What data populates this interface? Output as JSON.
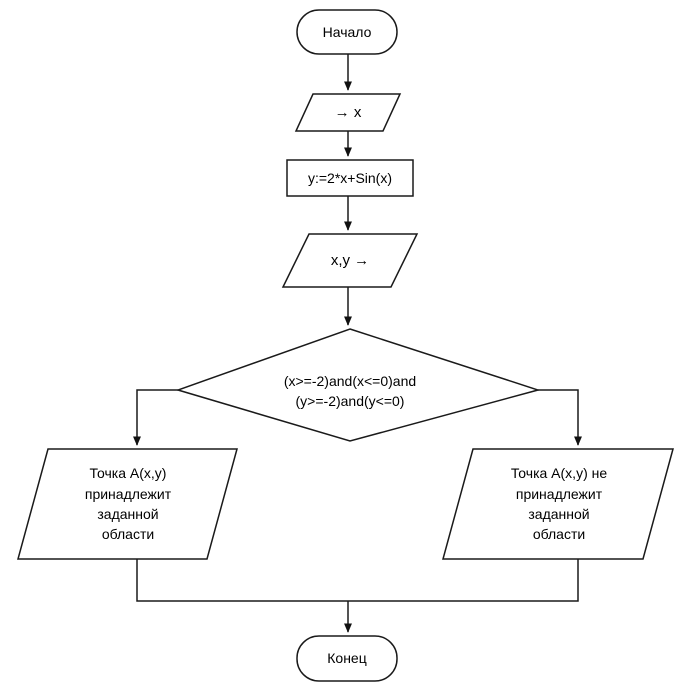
{
  "diagram": {
    "title": "Flowchart",
    "language": "ru",
    "style": {
      "stroke": "#1a1a1a",
      "fill": "#ffffff",
      "text_color": "#000000",
      "stroke_width": 1.5
    },
    "nodes": {
      "start": {
        "label": "Начало",
        "shape": "terminator"
      },
      "input_x": {
        "label": "→ x",
        "shape": "parallelogram-io"
      },
      "process_y": {
        "label": "y:=2*x+Sin(x)",
        "shape": "rectangle-process"
      },
      "output_xy": {
        "label": "x,y →",
        "shape": "parallelogram-io"
      },
      "decision": {
        "label": "(x>=-2)and(x<=0)and\n(y>=-2)and(y<=0)",
        "line1": "(x>=-2)and(x<=0)and",
        "line2": "(y>=-2)and(y<=0)",
        "shape": "diamond-decision"
      },
      "output_inside": {
        "label": "Точка A(x,y)\nпринадлежит\nзаданной\nобласти",
        "shape": "parallelogram-io"
      },
      "output_outside": {
        "label": "Точка A(x,y) не\nпринадлежит\nзаданной\nобласти",
        "shape": "parallelogram-io"
      },
      "end": {
        "label": "Конец",
        "shape": "terminator"
      }
    },
    "edges": [
      {
        "from": "start",
        "to": "input_x",
        "label": ""
      },
      {
        "from": "input_x",
        "to": "process_y",
        "label": ""
      },
      {
        "from": "process_y",
        "to": "output_xy",
        "label": ""
      },
      {
        "from": "output_xy",
        "to": "decision",
        "label": ""
      },
      {
        "from": "decision",
        "to": "output_inside",
        "label": ""
      },
      {
        "from": "decision",
        "to": "output_outside",
        "label": ""
      },
      {
        "from": "output_inside",
        "to": "end",
        "label": ""
      },
      {
        "from": "output_outside",
        "to": "end",
        "label": ""
      }
    ]
  }
}
